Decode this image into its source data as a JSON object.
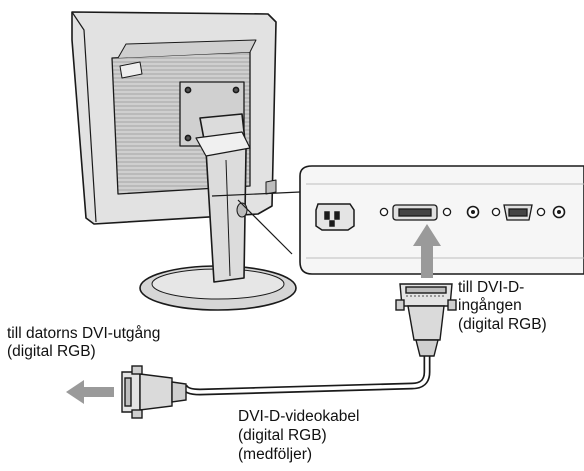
{
  "labels": {
    "dvi_input": [
      "till DVI-D-",
      "ingången",
      "(digital RGB)"
    ],
    "computer_output": [
      "till datorns DVI-utgång",
      "(digital RGB)"
    ],
    "cable": [
      "DVI-D-videokabel",
      "(digital RGB)",
      "(medföljer)"
    ]
  },
  "colors": {
    "outline": "#1a1a1a",
    "shade_light": "#d9d9d9",
    "shade_mid": "#bdbdbd",
    "shade_dark": "#8c8c8c",
    "arrow": "#9a9a9a"
  },
  "icons": [
    "monitor-illustration",
    "connector-panel",
    "power-socket-icon",
    "dvi-port-icon",
    "vga-port-icon",
    "dvi-plug-icon",
    "arrow-up-icon",
    "arrow-left-icon"
  ]
}
